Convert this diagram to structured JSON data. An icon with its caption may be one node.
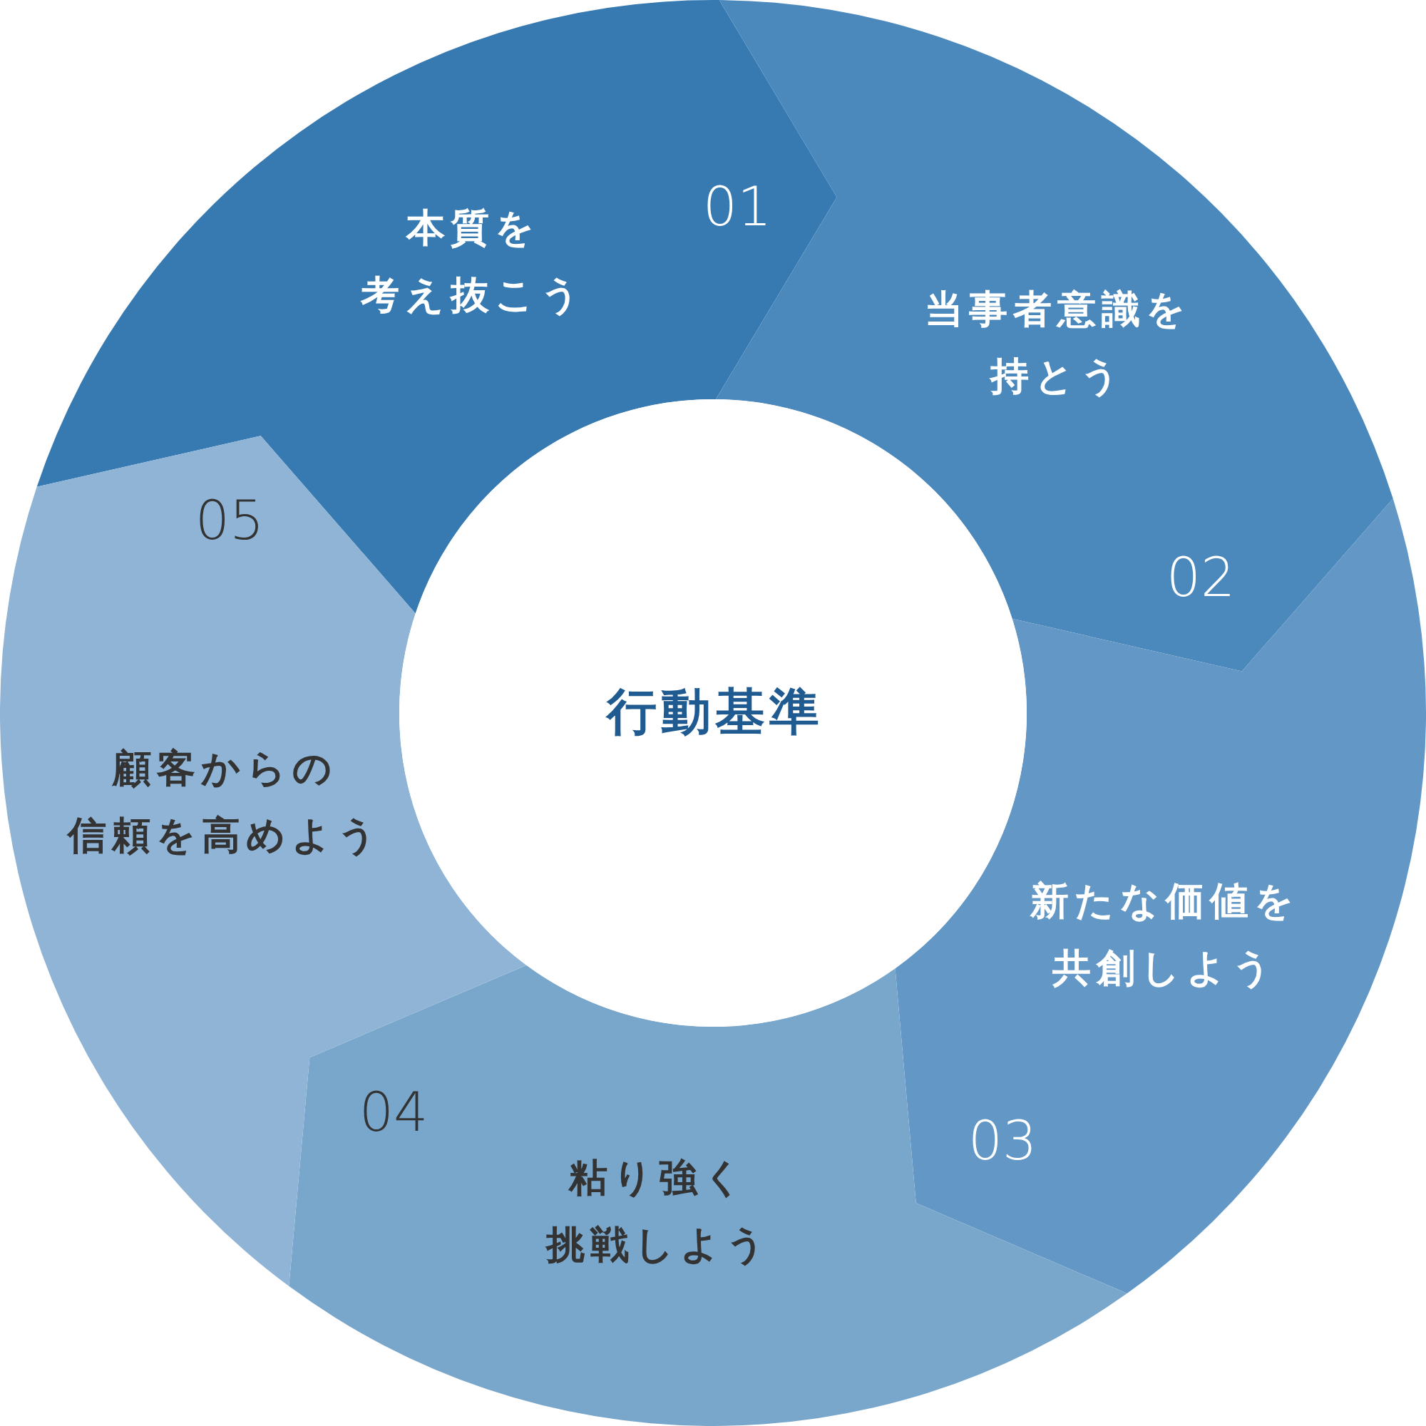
{
  "diagram": {
    "nodes": [
      {
        "text": [
          "01",
          "本質を考え抜こう"
        ]
      },
      {
        "text": [
          "当事者意識を持とう",
          "02"
        ]
      },
      {
        "text": [
          "新たな価値を共創しよう",
          "03"
        ]
      },
      {
        "text": [
          "04",
          "粘り強く挑戦しよう"
        ]
      },
      {
        "text": [
          "05",
          "顧客からの信頼を高めよう"
        ]
      },
      {
        "text": [
          "行動基準"
        ]
      }
    ]
  }
}
